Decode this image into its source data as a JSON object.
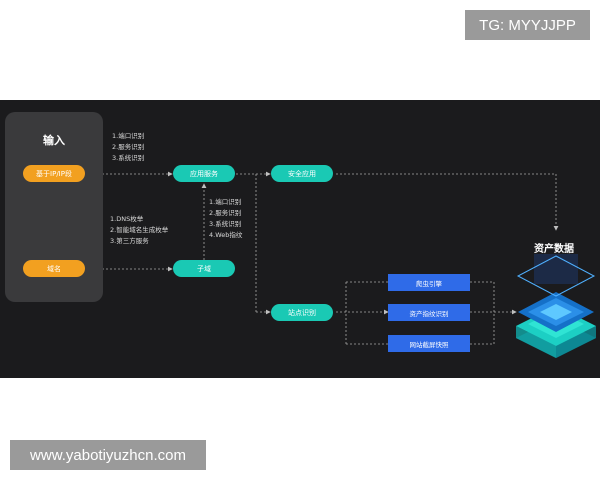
{
  "watermarks": {
    "top": "TG: MYYJJPP",
    "bottom": "www.yabotiyuzhcn.com"
  },
  "input_panel": {
    "title": "输入"
  },
  "nodes": {
    "ip_segment": "基于IP/IP段",
    "domain": "域名",
    "app_service": "应用服务",
    "subdomain": "子域",
    "security_app": "安全应用",
    "site_recognition": "站点识别",
    "crawler_engine": "爬虫引擎",
    "asset_fingerprint": "资产指纹识别",
    "site_snapshot": "网站截屏快照",
    "asset_data": "资产数据"
  },
  "notes": {
    "ip_notes": [
      "1.端口识别",
      "2.服务识别",
      "3.系统识别"
    ],
    "domain_notes": [
      "1.DNS枚举",
      "2.智能域名生成枚举",
      "3.第三方服务"
    ],
    "service_notes": [
      "1.端口识别",
      "2.服务识别",
      "3.系统识别",
      "4.Web指纹"
    ]
  },
  "colors": {
    "background": "#1b1b1d",
    "panel": "#3a3a3c",
    "orange": "#f2a020",
    "teal": "#1ac9b4",
    "blue": "#2f6be8"
  }
}
